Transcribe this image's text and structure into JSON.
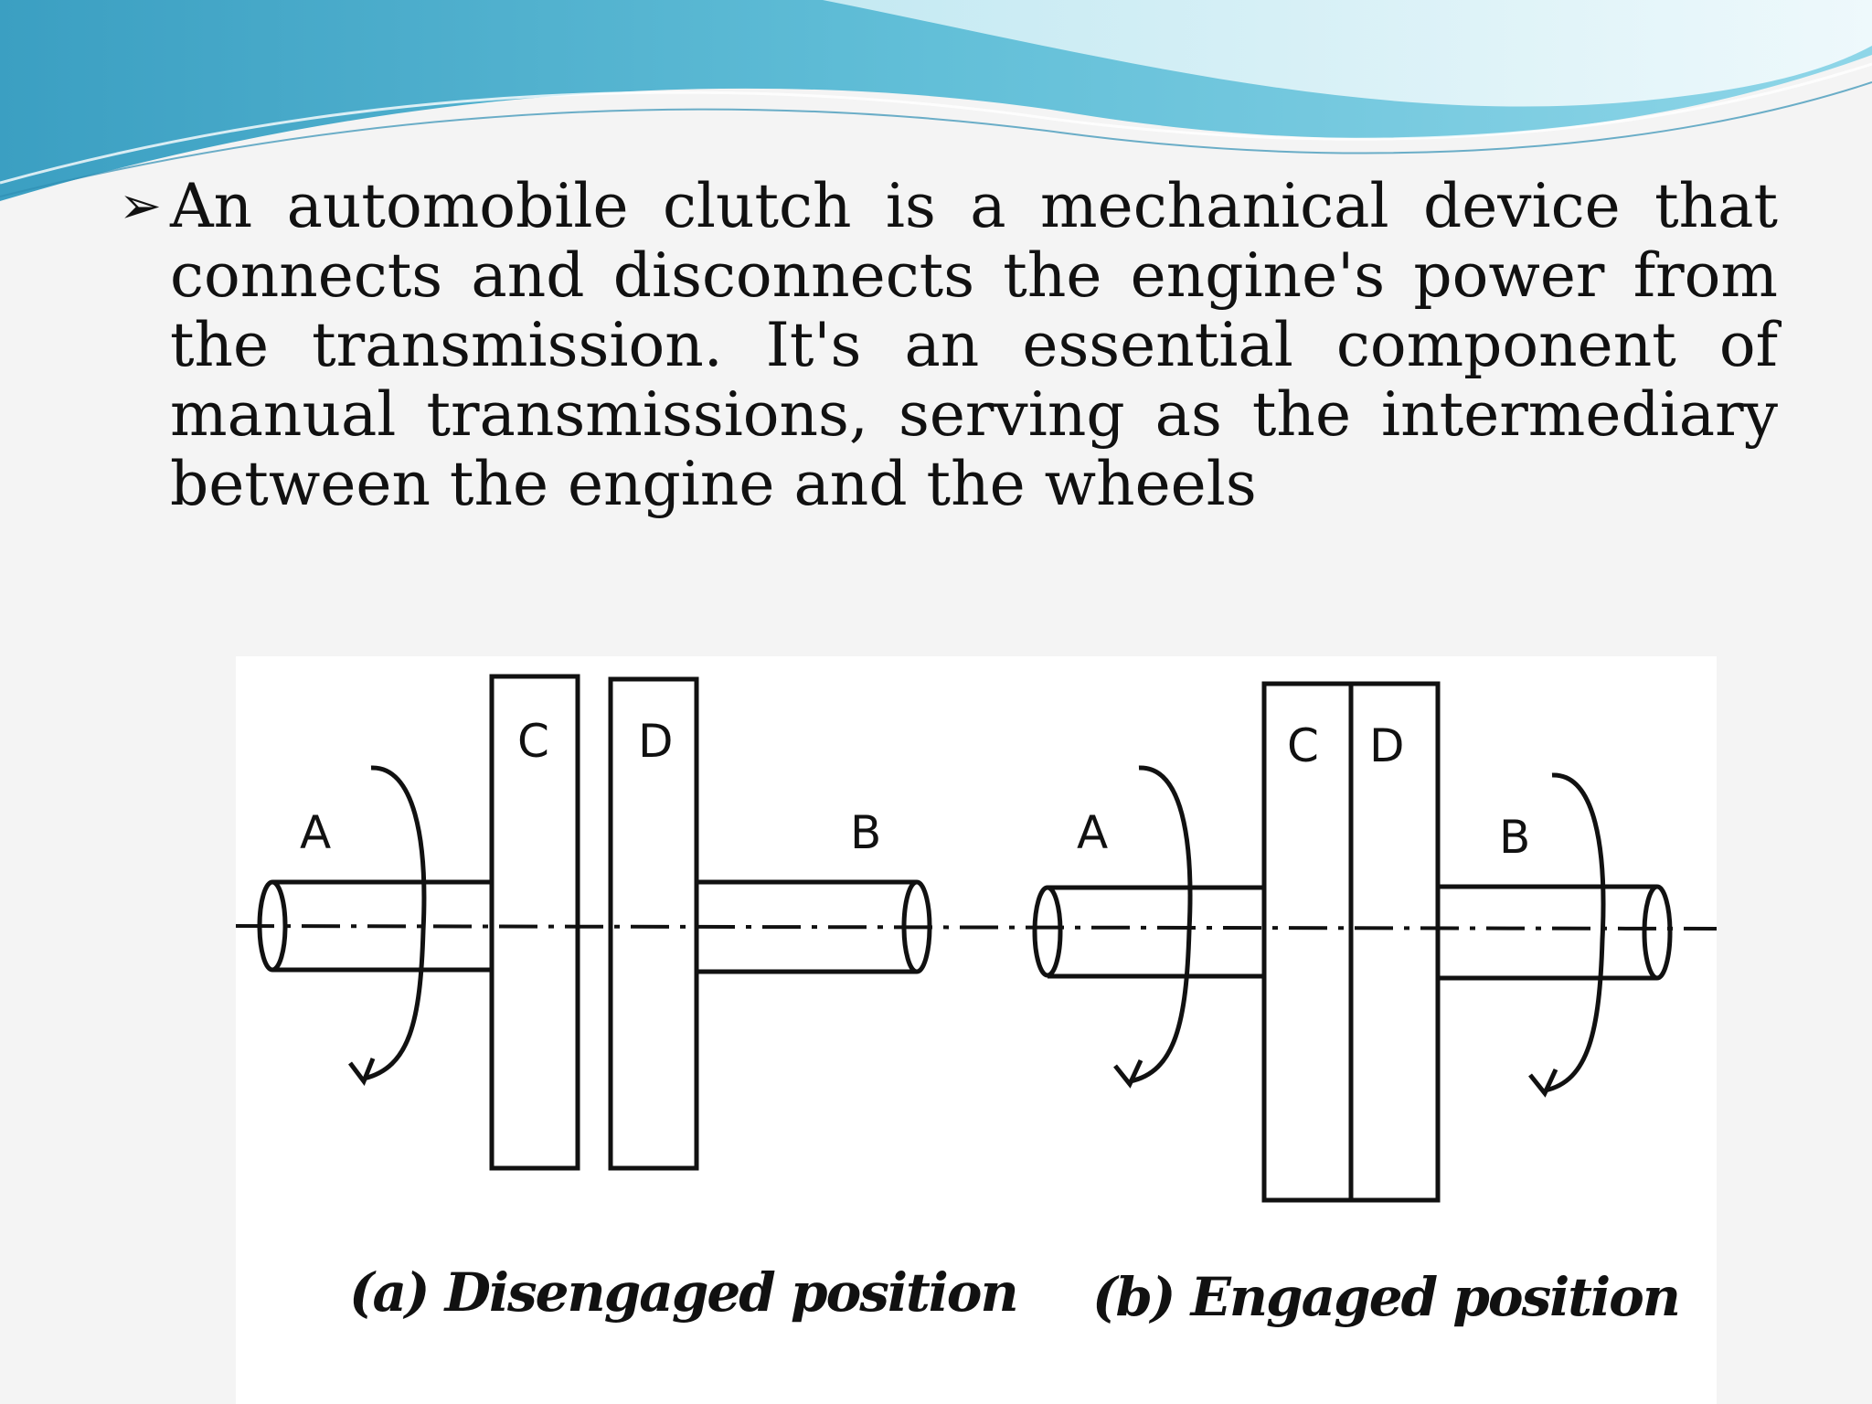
{
  "slide": {
    "bullet_marker": "➢",
    "bullet_text": "An automobile clutch is a mechanical device that connects and disconnects the engine's power from the transmission. It's an essential component of manual transmissions, serving as the intermediary between the engine and the wheels"
  },
  "diagram": {
    "left": {
      "label_a": "A",
      "label_b": "B",
      "label_c": "C",
      "label_d": "D",
      "caption": "(a) Disengaged position"
    },
    "right": {
      "label_a": "A",
      "label_b": "B",
      "label_c": "C",
      "label_d": "D",
      "caption": "(b) Engaged position"
    }
  },
  "colors": {
    "header_dark": "#4aaec9",
    "header_light": "#a9e0ee",
    "line": "#111111"
  }
}
